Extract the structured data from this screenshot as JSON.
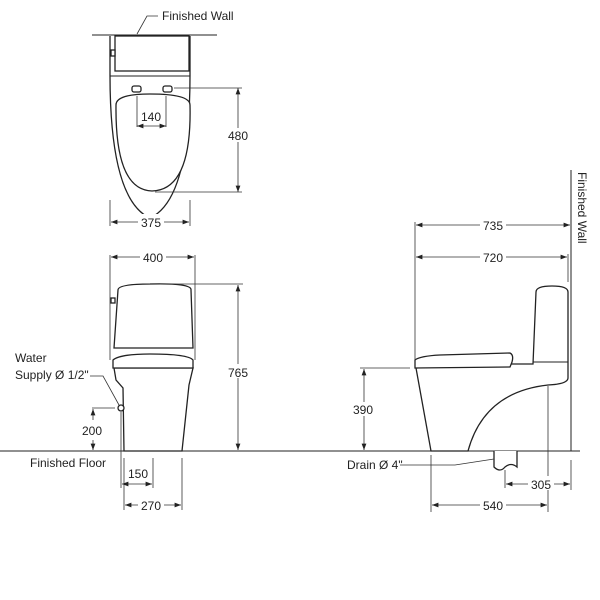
{
  "labels": {
    "finished_wall_top": "Finished Wall",
    "finished_wall_side": "Finished Wall",
    "finished_floor": "Finished Floor",
    "water_supply_line1": "Water",
    "water_supply_line2": "Supply Ø 1/2\"",
    "drain": "Drain Ø 4\""
  },
  "dimensions": {
    "seat_hinge_spacing": "140",
    "seat_length": "480",
    "top_width": "375",
    "front_width": "400",
    "total_height": "765",
    "supply_height": "200",
    "supply_offset": "150",
    "base_width": "270",
    "overall_depth": "735",
    "body_depth": "720",
    "seat_height": "390",
    "drain_rough_in": "305",
    "base_depth": "540"
  }
}
